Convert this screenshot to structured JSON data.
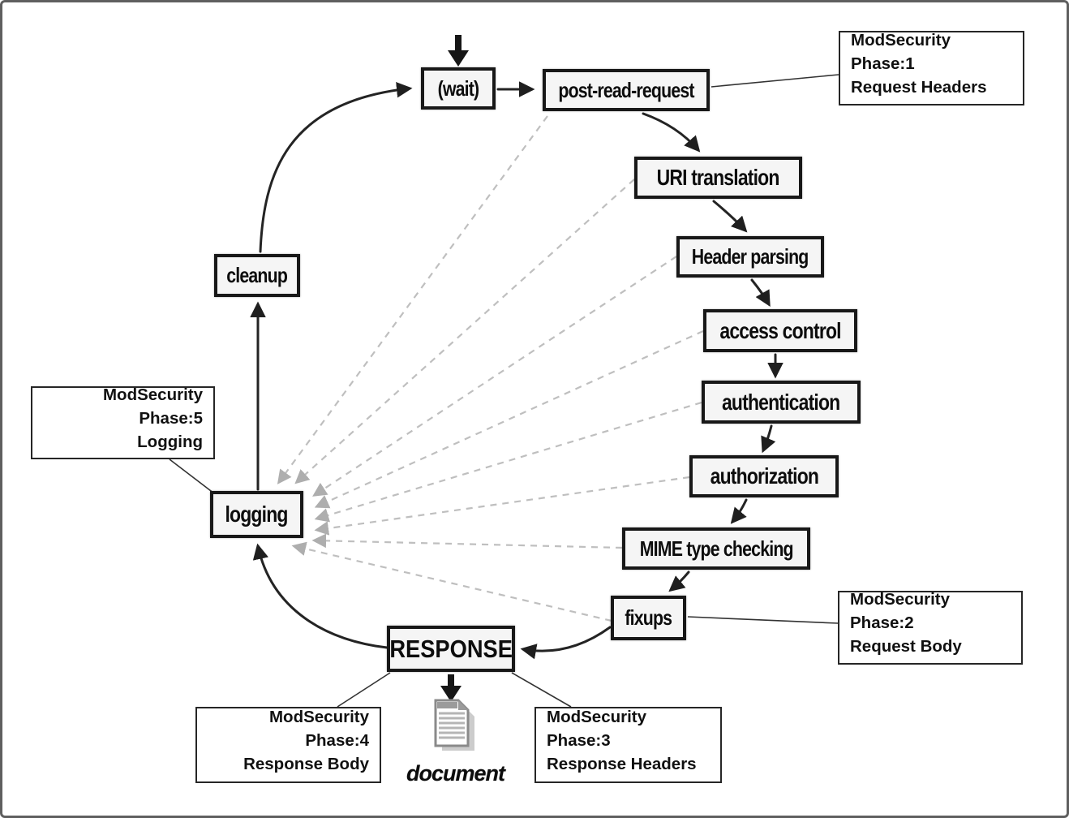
{
  "diagram": {
    "subject": "Apache request processing cycle with ModSecurity phases",
    "colors": {
      "stage_fill": "#f5f5f5",
      "stage_border": "#181818",
      "dashed_arrow": "#bdbdbd",
      "solid_arrow": "#242424",
      "outer_border": "#5f5f5f",
      "background": "#ffffff"
    }
  },
  "stages": [
    {
      "id": "wait",
      "label": "(wait)"
    },
    {
      "id": "post-read-request",
      "label": "post-read-request"
    },
    {
      "id": "uri-translation",
      "label": "URI translation"
    },
    {
      "id": "header-parsing",
      "label": "Header parsing"
    },
    {
      "id": "access-control",
      "label": "access control"
    },
    {
      "id": "authentication",
      "label": "authentication"
    },
    {
      "id": "authorization",
      "label": "authorization"
    },
    {
      "id": "mime-type-checking",
      "label": "MIME type checking"
    },
    {
      "id": "fixups",
      "label": "fixups"
    },
    {
      "id": "response",
      "label": "RESPONSE"
    },
    {
      "id": "logging",
      "label": "logging"
    },
    {
      "id": "cleanup",
      "label": "cleanup"
    }
  ],
  "annotations": [
    {
      "id": "phase1",
      "line1": "ModSecurity Phase:1",
      "line2": "Request Headers",
      "attached_to": "post-read-request"
    },
    {
      "id": "phase2",
      "line1": "ModSecurity Phase:2",
      "line2": "Request Body",
      "attached_to": "fixups"
    },
    {
      "id": "phase3",
      "line1": "ModSecurity Phase:3",
      "line2": "Response Headers",
      "attached_to": "RESPONSE"
    },
    {
      "id": "phase4",
      "line1": "ModSecurity Phase:4",
      "line2": "Response Body",
      "attached_to": "RESPONSE"
    },
    {
      "id": "phase5",
      "line1": "ModSecurity Phase:5",
      "line2": "Logging",
      "attached_to": "logging"
    }
  ],
  "document_label": "document",
  "icons": {
    "document": "document-icon"
  },
  "flow": {
    "solid": [
      "entry -> (wait)",
      "(wait) -> post-read-request",
      "post-read-request -> URI translation",
      "URI translation -> Header parsing",
      "Header parsing -> access control",
      "access control -> authentication",
      "authentication -> authorization",
      "authorization -> MIME type checking",
      "MIME type checking -> fixups",
      "fixups -> RESPONSE",
      "RESPONSE -> document",
      "RESPONSE -> logging",
      "logging -> cleanup",
      "cleanup -> (wait)"
    ],
    "dashed_to_logging": [
      "post-read-request",
      "URI translation",
      "Header parsing",
      "access control",
      "authentication",
      "authorization",
      "MIME type checking",
      "fixups"
    ]
  }
}
